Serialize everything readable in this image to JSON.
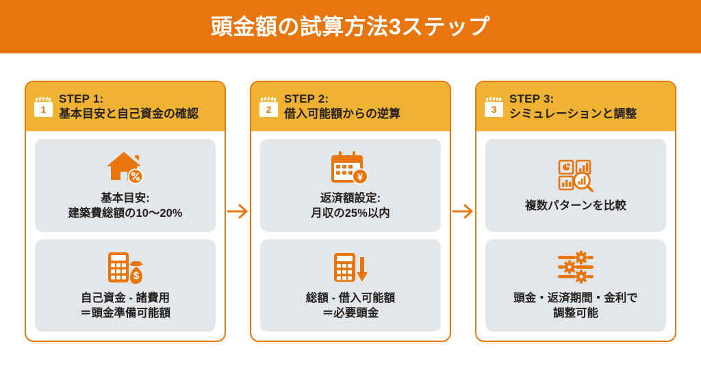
{
  "banner": {
    "title": "頭金額の試算方法3ステップ",
    "background_color": "#E8760E",
    "text_color": "#FFFFFF"
  },
  "theme": {
    "accent_orange": "#E8760E",
    "header_amber": "#F0B232",
    "tile_gray": "#E3E7EA",
    "text_dark": "#231F20",
    "card_background": "#FFFFFF"
  },
  "connectors": [
    {
      "name": "arrow-step1-to-step2",
      "glyph": "→"
    },
    {
      "name": "arrow-step2-to-step3",
      "glyph": "→"
    }
  ],
  "steps": [
    {
      "badge_number": "1",
      "badge_icon": "calendar-number-icon",
      "step_label": "STEP 1:",
      "subtitle": "基本目安と自己資金の確認",
      "tiles": [
        {
          "icon": "house-percent-icon",
          "lines": [
            "基本目安:",
            "建築費総額の10〜20%"
          ]
        },
        {
          "icon": "calculator-moneybag-icon",
          "lines": [
            "自己資金 - 諸費用",
            "＝頭金準備可能額"
          ]
        }
      ]
    },
    {
      "badge_number": "2",
      "badge_icon": "calendar-number-icon",
      "step_label": "STEP 2:",
      "subtitle": "借入可能額からの逆算",
      "tiles": [
        {
          "icon": "calendar-yen-icon",
          "lines": [
            "返済額設定:",
            "月収の25%以内"
          ]
        },
        {
          "icon": "calculator-arrow-down-icon",
          "lines": [
            "総額 - 借入可能額",
            "＝必要頭金"
          ]
        }
      ]
    },
    {
      "badge_number": "3",
      "badge_icon": "calendar-number-icon",
      "step_label": "STEP 3:",
      "subtitle": "シミュレーションと調整",
      "tiles": [
        {
          "icon": "chart-analysis-magnifier-icon",
          "lines": [
            "複数パターンを比較"
          ]
        },
        {
          "icon": "sliders-gear-icon",
          "lines": [
            "頭金・返済期間・金利で",
            "調整可能"
          ]
        }
      ]
    }
  ]
}
